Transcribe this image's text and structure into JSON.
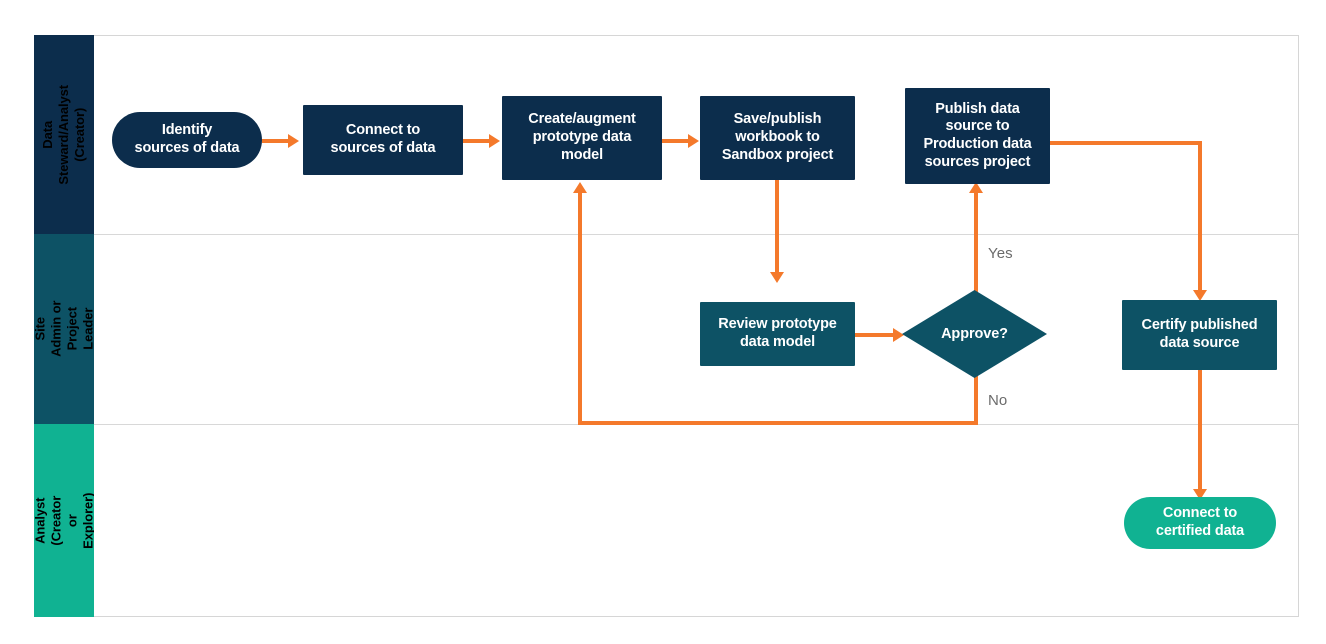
{
  "diagram": {
    "title": "Data Steward / Analyst data certification workflow swimlane diagram",
    "colors": {
      "lane1": "#0c2d4c",
      "lane2": "#0d5265",
      "lane3": "#10b292",
      "connector": "#f4792b",
      "frame_border": "#d6d6d6",
      "node_text": "#ffffff",
      "edge_label_text": "#6b6b6b"
    },
    "lanes": [
      {
        "id": "lane-1",
        "label": "Data Steward/Analyst\n(Creator)",
        "color": "#0c2d4c"
      },
      {
        "id": "lane-2",
        "label": "Site Admin or\nProject Leader",
        "color": "#0d5265"
      },
      {
        "id": "lane-3",
        "label": "Analyst\n(Creator or Explorer)",
        "color": "#10b292"
      }
    ],
    "nodes": [
      {
        "id": "identify-sources",
        "lane": "lane-1",
        "shape": "pill",
        "fill": "navy",
        "label": "Identify\nsources of data"
      },
      {
        "id": "connect-sources",
        "lane": "lane-1",
        "shape": "rect",
        "fill": "navy",
        "label": "Connect to\nsources of data"
      },
      {
        "id": "create-augment-model",
        "lane": "lane-1",
        "shape": "rect",
        "fill": "navy",
        "label": "Create/augment\nprototype data\nmodel"
      },
      {
        "id": "save-publish-workbook",
        "lane": "lane-1",
        "shape": "rect",
        "fill": "navy",
        "label": "Save/publish\nworkbook to\nSandbox project"
      },
      {
        "id": "publish-data-source",
        "lane": "lane-1",
        "shape": "rect",
        "fill": "navy",
        "label": "Publish data\nsource  to\nProduction data\nsources project"
      },
      {
        "id": "review-prototype-model",
        "lane": "lane-2",
        "shape": "rect",
        "fill": "teal",
        "label": "Review prototype\ndata model"
      },
      {
        "id": "approve-decision",
        "lane": "lane-2",
        "shape": "diamond",
        "fill": "teal",
        "label": "Approve?"
      },
      {
        "id": "certify-published-source",
        "lane": "lane-2",
        "shape": "rect",
        "fill": "teal",
        "label": "Certify published\ndata source"
      },
      {
        "id": "connect-certified-data",
        "lane": "lane-3",
        "shape": "pill",
        "fill": "green",
        "label": "Connect to\ncertified data"
      }
    ],
    "edges": [
      {
        "id": "edge-identify-to-connect",
        "from": "identify-sources",
        "to": "connect-sources",
        "label": ""
      },
      {
        "id": "edge-connect-to-create",
        "from": "connect-sources",
        "to": "create-augment-model",
        "label": ""
      },
      {
        "id": "edge-create-to-save",
        "from": "create-augment-model",
        "to": "save-publish-workbook",
        "label": ""
      },
      {
        "id": "edge-save-to-review",
        "from": "save-publish-workbook",
        "to": "review-prototype-model",
        "label": ""
      },
      {
        "id": "edge-review-to-approve",
        "from": "review-prototype-model",
        "to": "approve-decision",
        "label": ""
      },
      {
        "id": "edge-approve-yes",
        "from": "approve-decision",
        "to": "publish-data-source",
        "label": "Yes"
      },
      {
        "id": "edge-approve-no",
        "from": "approve-decision",
        "to": "create-augment-model",
        "label": "No"
      },
      {
        "id": "edge-publish-to-certify",
        "from": "publish-data-source",
        "to": "certify-published-source",
        "label": ""
      },
      {
        "id": "edge-certify-to-connect",
        "from": "certify-published-source",
        "to": "connect-certified-data",
        "label": ""
      }
    ],
    "edge_labels": {
      "yes": "Yes",
      "no": "No"
    }
  }
}
